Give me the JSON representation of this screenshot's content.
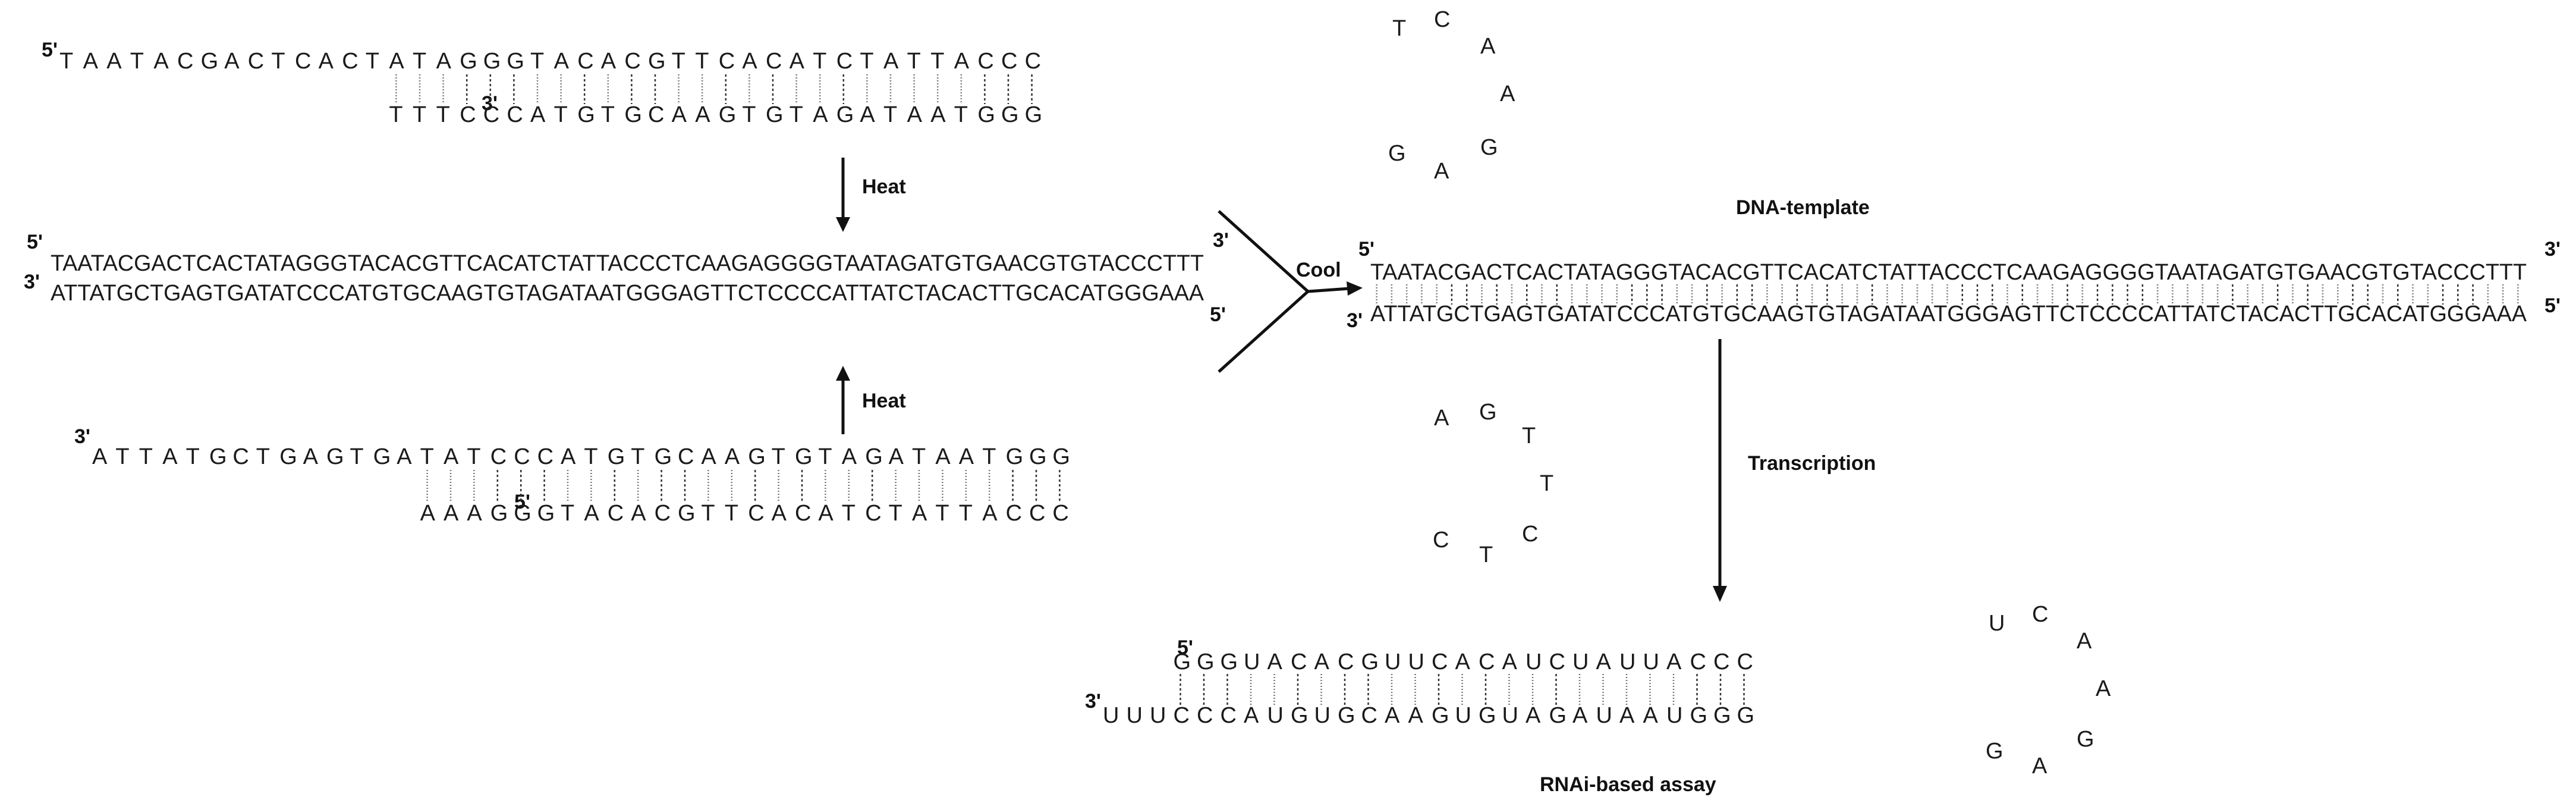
{
  "diagram": {
    "top_hairpin": {
      "five_label": "5'",
      "three_label": "3'",
      "top_strand": "TAATACGACTCACTATAGGGTACACGTTCACATCTATTACCC",
      "bottom_strand": "TTTCCCATGTGCAAGTGTAGATAATGGG",
      "loop": [
        "T",
        "C",
        "A",
        "A",
        "G",
        "A",
        "G"
      ]
    },
    "bottom_hairpin": {
      "three_label": "3'",
      "five_label": "5'",
      "top_strand": "ATTATGCTGAGTGATATCCCATGTGCAAGTGTAGATAATGGG",
      "bottom_strand": "AAAGGGTACACGTTCACATCTATTACCC",
      "loop": [
        "A",
        "G",
        "T",
        "T",
        "C",
        "T",
        "C"
      ]
    },
    "heat_label_top": "Heat",
    "heat_label_bottom": "Heat",
    "ssDNA_top": {
      "five_label": "5'",
      "three_label": "3'",
      "sequence": "TAATACGACTCACTATAGGGTACACGTTCACATCTATTACCCTCAAGAGGGGTAATAGATGTGAACGTGTACCCTTT"
    },
    "ssDNA_bottom": {
      "three_label": "3'",
      "five_label": "5'",
      "sequence": "ATTATGCTGAGTGATATCCCATGTGCAAGTGTAGATAATGGGAGTTCTCCCCATTATCTACACTTGCACATGGGAAA"
    },
    "cool_label": "Cool",
    "template": {
      "title": "DNA-template",
      "five_label_top": "5'",
      "three_label_top": "3'",
      "top_sequence": "TAATACGACTCACTATAGGGTACACGTTCACATCTATTACCCTCAAGAGGGGTAATAGATGTGAACGTGTACCCTTT",
      "three_label_bottom": "3'",
      "five_label_bottom": "5'",
      "bottom_sequence": "ATTATGCTGAGTGATATCCCATGTGCAAGTGTAGATAATGGGAGTTCTCCCCATTATCTACACTTGCACATGGGAAA"
    },
    "transcription_label": "Transcription",
    "rna_hairpin": {
      "five_label": "5'",
      "three_label": "3'",
      "top_strand": "GGGUACACGUUCACAUCUAUUACCC",
      "bottom_strand": "UUUCCCAUGUGCAAGUGUAGAUAAUGGG",
      "loop": [
        "U",
        "C",
        "A",
        "A",
        "G",
        "A",
        "G"
      ]
    },
    "rna_caption": "RNAi-based assay",
    "colors": {
      "ink": "#1a1a1a",
      "bond": "#333333"
    }
  }
}
